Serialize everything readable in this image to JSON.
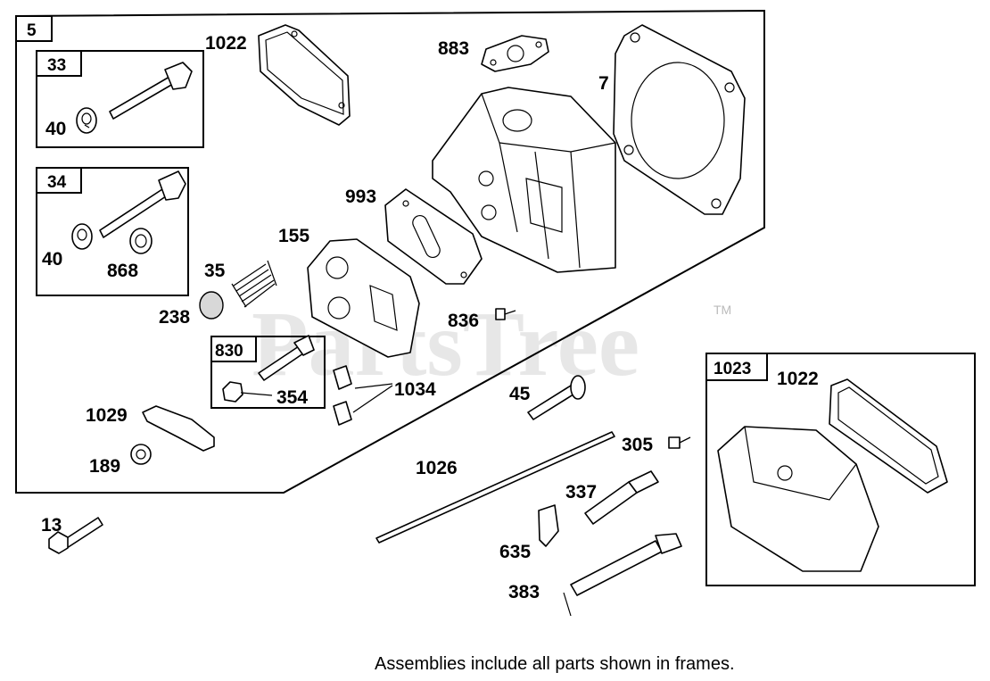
{
  "watermark": {
    "text": "PartsTree",
    "trademark": "TM"
  },
  "frames": {
    "f5": "5",
    "f33": "33",
    "f34": "34",
    "f830": "830",
    "f1023": "1023"
  },
  "labels": {
    "p1022a": "1022",
    "p883": "883",
    "p7": "7",
    "p40a": "40",
    "p40b": "40",
    "p868": "868",
    "p993": "993",
    "p155": "155",
    "p35": "35",
    "p238": "238",
    "p836": "836",
    "p354": "354",
    "p1034": "1034",
    "p1029": "1029",
    "p189": "189",
    "p45": "45",
    "p1022b": "1022",
    "p305": "305",
    "p1026": "1026",
    "p337": "337",
    "p13": "13",
    "p635": "635",
    "p383": "383"
  },
  "footer": "Assemblies include all parts shown in frames."
}
